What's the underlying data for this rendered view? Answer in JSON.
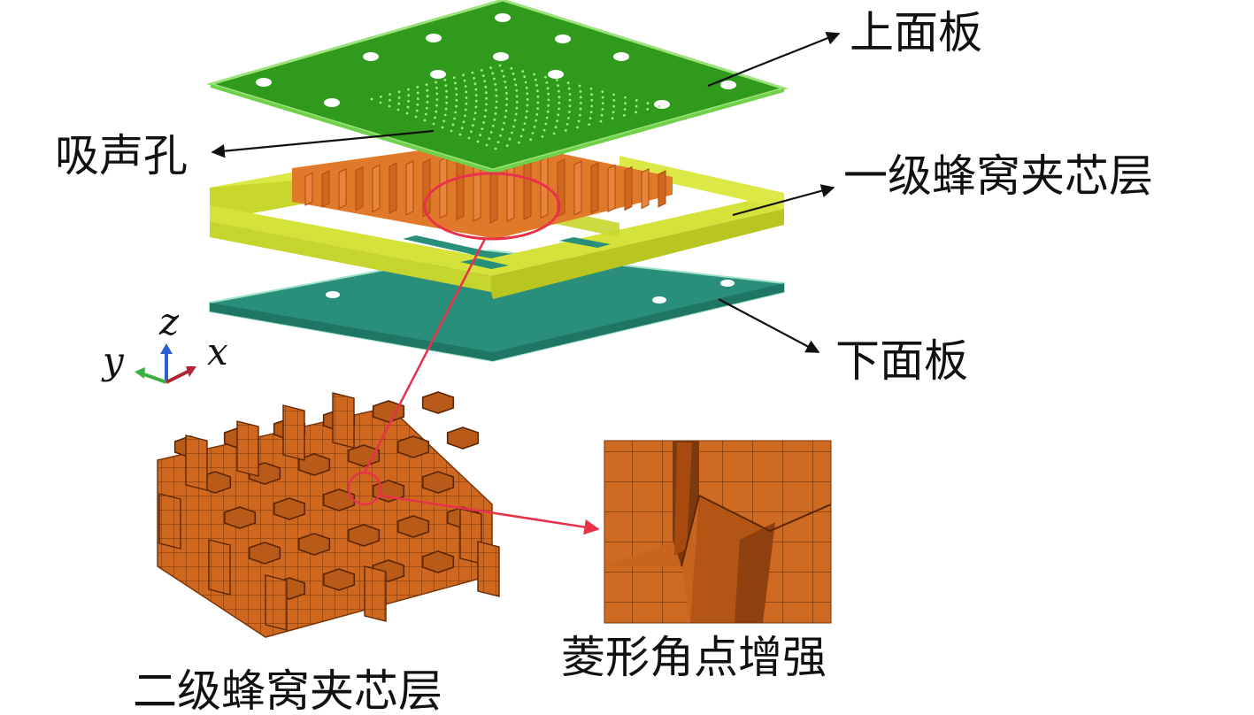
{
  "labels": {
    "top_panel": "上面板",
    "sound_holes": "吸声孔",
    "primary_core": "一级蜂窝夹芯层",
    "bottom_panel": "下面板",
    "secondary_core": "二级蜂窝夹芯层",
    "corner_reinforce": "菱形角点增强"
  },
  "axes": {
    "z": "z",
    "y": "y",
    "x": "x"
  },
  "colors": {
    "top_panel": "#2f9a1c",
    "top_panel_edge": "#9be27a",
    "primary_core": "#d4e23a",
    "primary_core_dark": "#b9c622",
    "bottom_panel": "#2a8f7a",
    "bottom_panel_edge": "#9ee0c8",
    "honeycomb": "#d0671f",
    "honeycomb_dark": "#a84c12",
    "highlight": "#e8324a",
    "leader": "#111111",
    "axis_z": "#2b5fd8",
    "axis_y": "#3cb043",
    "axis_x": "#b02436"
  }
}
